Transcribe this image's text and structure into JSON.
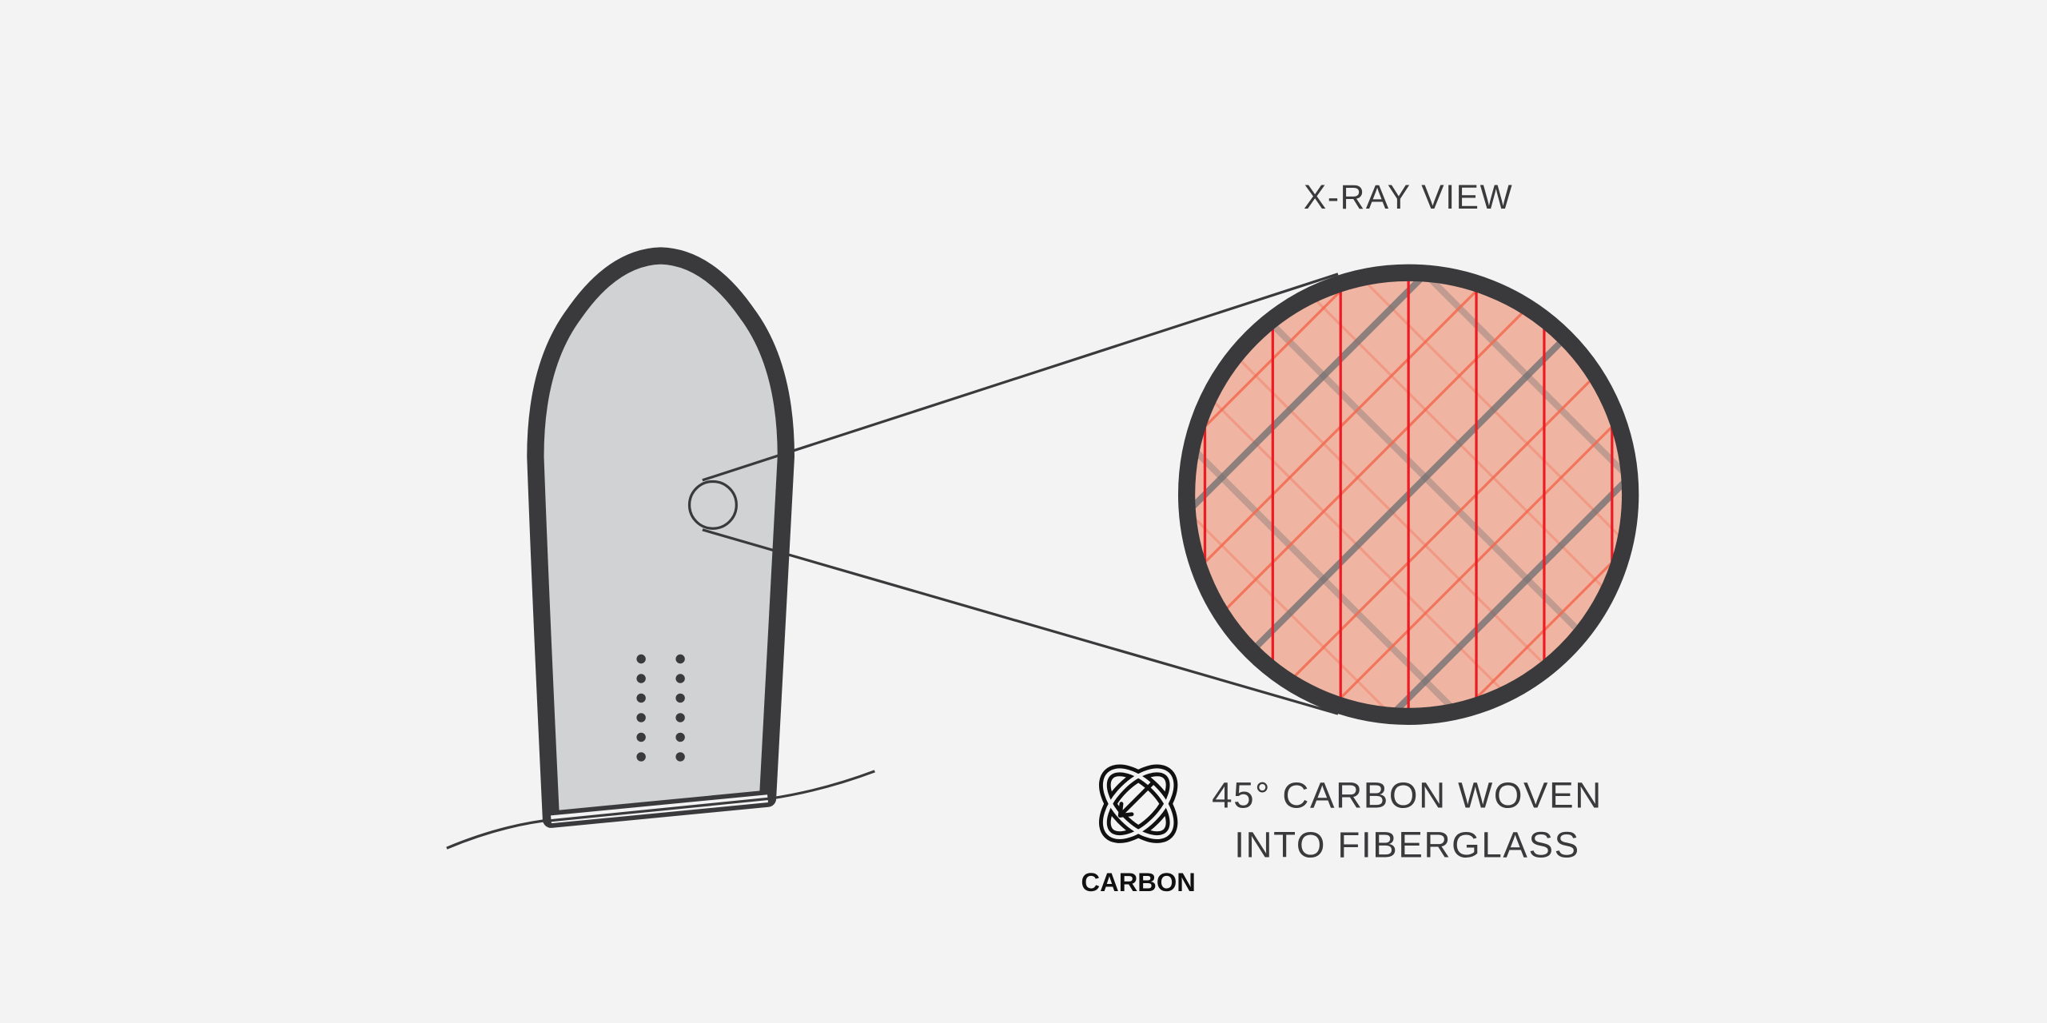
{
  "heading": "X-RAY VIEW",
  "caption": {
    "line1": "45° CARBON WOVEN",
    "line2": "INTO FIBERGLASS"
  },
  "logo": {
    "icon": "carbon-weave-icon",
    "label": "CARBON"
  },
  "colors": {
    "background": "#f3f3f3",
    "outline": "#3a3a3c",
    "board_fill": "#d1d2d4",
    "xray_fill": "#f0b4a2",
    "carbon_red": "#ed1c24",
    "fiber_orange": "#f26a50",
    "fiber_gray": "#6d6e70"
  }
}
